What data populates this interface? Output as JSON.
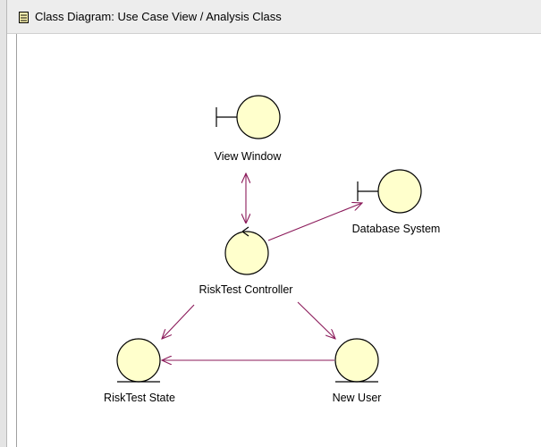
{
  "window": {
    "title": "Class Diagram: Use Case View / Analysis Class",
    "icon": "class-diagram-icon"
  },
  "colors": {
    "node_fill": "#ffffcc",
    "node_stroke": "#000000",
    "association": "#8b1a5a",
    "titlebar": "#ededed"
  },
  "diagram": {
    "nodes": [
      {
        "id": "view-window",
        "kind": "boundary",
        "label": "View Window"
      },
      {
        "id": "database-system",
        "kind": "boundary",
        "label": "Database System"
      },
      {
        "id": "risktest-controller",
        "kind": "control",
        "label": "RiskTest Controller"
      },
      {
        "id": "risktest-state",
        "kind": "entity",
        "label": "RiskTest State"
      },
      {
        "id": "new-user",
        "kind": "entity",
        "label": "New User"
      }
    ],
    "associations": [
      {
        "from": "risktest-controller",
        "to": "view-window",
        "navigability": "bidirectional"
      },
      {
        "from": "risktest-controller",
        "to": "database-system",
        "navigability": "to"
      },
      {
        "from": "risktest-controller",
        "to": "risktest-state",
        "navigability": "to"
      },
      {
        "from": "risktest-controller",
        "to": "new-user",
        "navigability": "to"
      },
      {
        "from": "new-user",
        "to": "risktest-state",
        "navigability": "to"
      }
    ]
  }
}
